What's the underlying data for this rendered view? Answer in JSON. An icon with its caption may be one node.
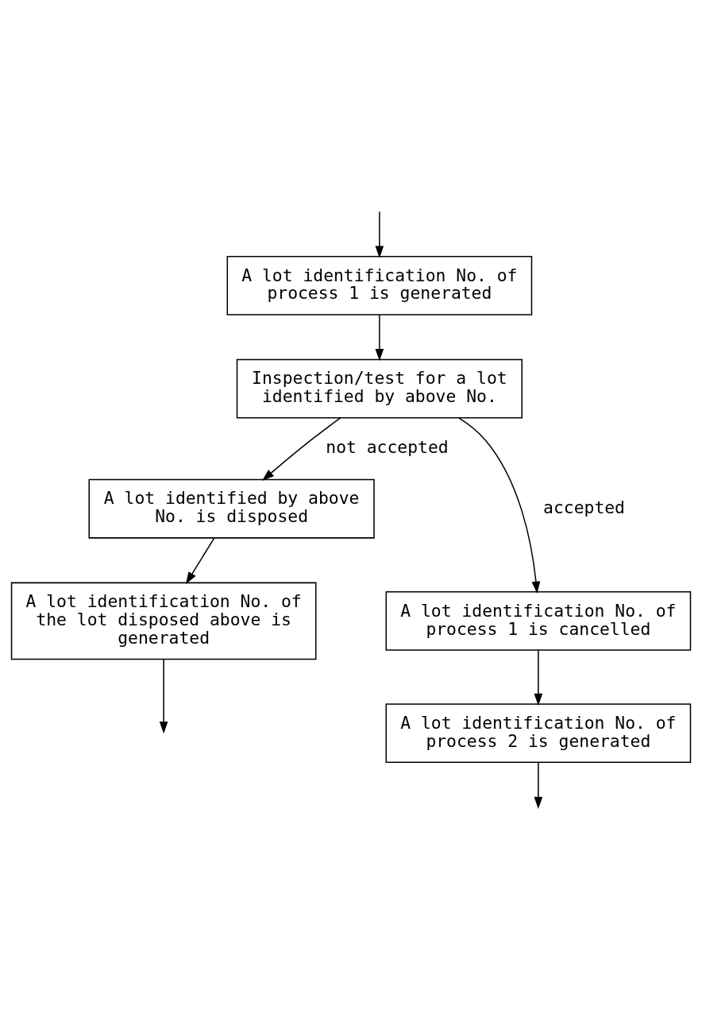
{
  "diagram": {
    "nodes": [
      {
        "text": [
          "A lot identification No. of process 1 is generated"
        ]
      },
      {
        "text": [
          "Inspection/test for a lot identified by above No."
        ]
      },
      {
        "text": [
          "A lot identified by above No. is disposed"
        ]
      },
      {
        "text": [
          "A lot identification No. of process 1 is cancelled"
        ]
      },
      {
        "text": [
          "A lot identification No. of the lot disposed above is generated"
        ]
      },
      {
        "text": [
          "A lot identification No. of process 2 is generated"
        ]
      }
    ],
    "edges": [
      {
        "from": null,
        "to": 0,
        "arrow": "to"
      },
      {
        "from": 0,
        "to": 1,
        "arrow": "to"
      },
      {
        "from": 1,
        "to": 3,
        "arrow": "to",
        "label": "accepted"
      },
      {
        "from": 1,
        "to": 2,
        "arrow": "to",
        "label": "not accepted"
      },
      {
        "from": 2,
        "to": 4,
        "arrow": "to"
      },
      {
        "from": 3,
        "to": 5,
        "arrow": "to"
      },
      {
        "from": 4,
        "to": null,
        "arrow": "to"
      },
      {
        "from": 5,
        "to": null,
        "arrow": "to"
      }
    ]
  }
}
